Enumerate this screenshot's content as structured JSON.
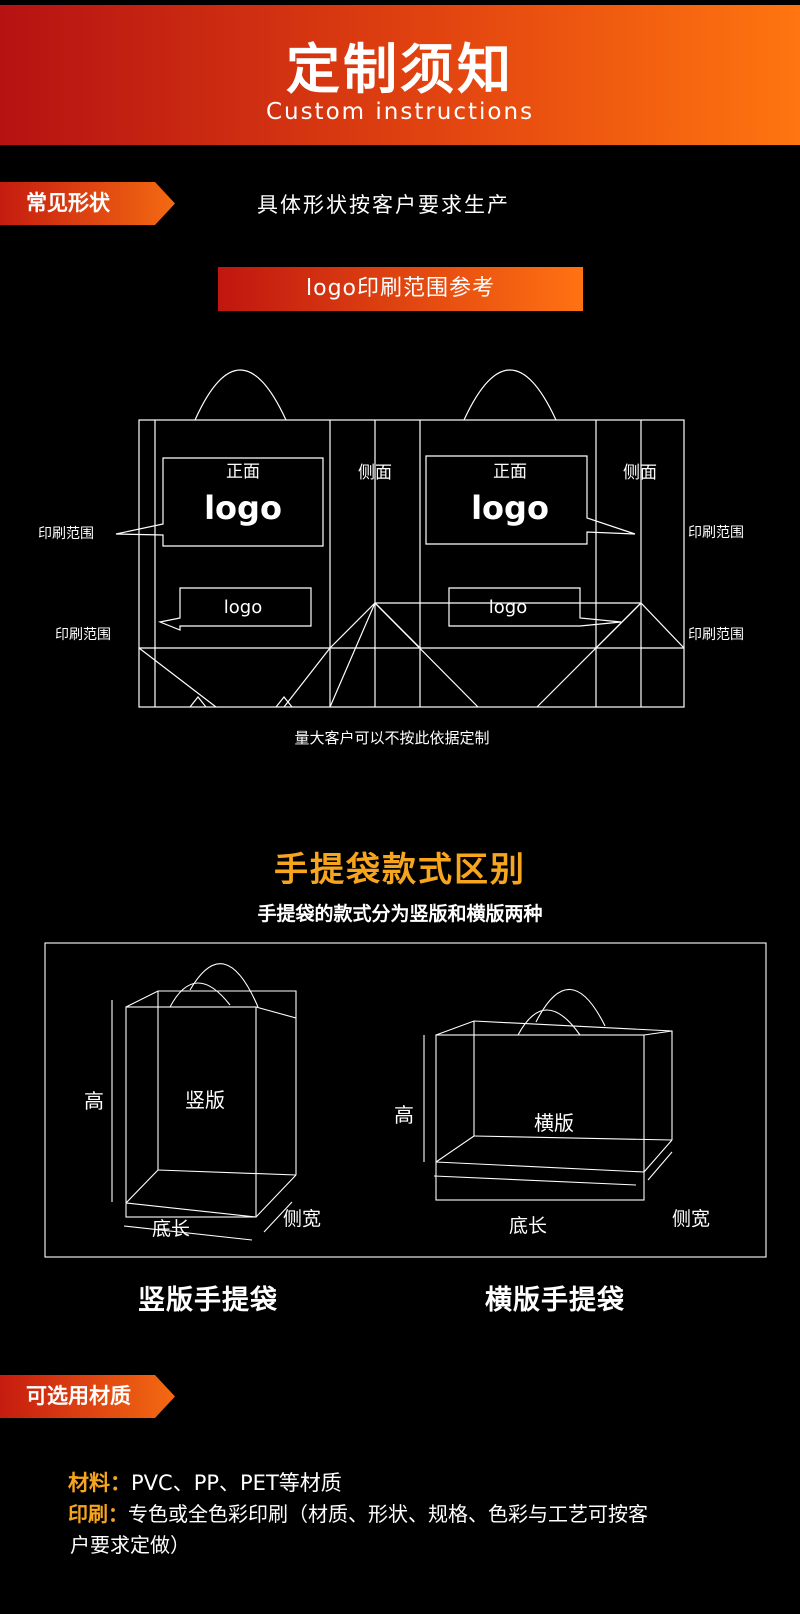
{
  "header": {
    "title": "定制须知",
    "subtitle": "Custom instructions"
  },
  "shape_section": {
    "tag": "常见形状",
    "text": "具体形状按客户要求生产"
  },
  "logo_section": {
    "bar_label": "logo印刷范围参考",
    "front_label": "正面",
    "side_label": "侧面",
    "logo_large": "logo",
    "logo_small": "logo",
    "print_area_label": "印刷范围",
    "note": "量大客户可以不按此依据定制"
  },
  "style_section": {
    "title": "手提袋款式区别",
    "subtitle": "手提袋的款式分为竖版和横版两种",
    "vertical": {
      "inner_label": "竖版",
      "height_label": "高",
      "length_label": "底长",
      "width_label": "侧宽",
      "caption": "竖版手提袋"
    },
    "horizontal": {
      "inner_label": "横版",
      "height_label": "高",
      "length_label": "底长",
      "width_label": "侧宽",
      "caption": "横版手提袋"
    }
  },
  "material_section": {
    "tag": "可选用材质",
    "material_label": "材料：",
    "material_value": "PVC、PP、PET等材质",
    "print_label": "印刷：",
    "print_value_line1": "专色或全色彩印刷（材质、形状、规格、色彩与工艺可按客",
    "print_value_line2": "户要求定做）"
  },
  "colors": {
    "accent_gold": "#f7a51d",
    "banner_start": "#b51212",
    "banner_end": "#ff7510"
  }
}
